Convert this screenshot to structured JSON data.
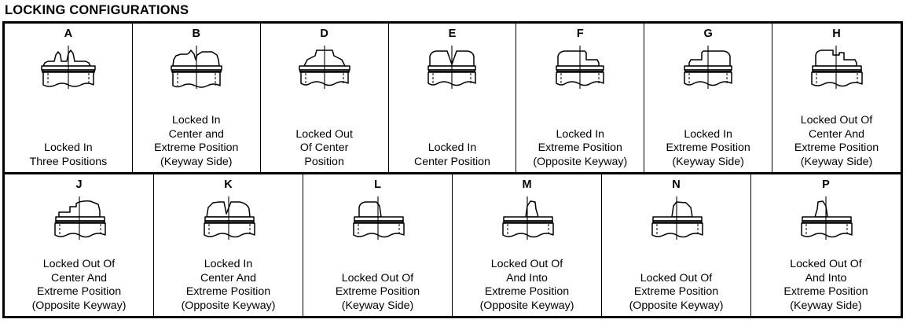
{
  "title": "LOCKING CONFIGURATIONS",
  "colors": {
    "border": "#000000",
    "background": "#ffffff",
    "text": "#000000",
    "line_art": "#000000"
  },
  "table": {
    "rows": [
      {
        "row_index": 1,
        "cells": [
          {
            "letter": "A",
            "diagram": "twin-peak-v-notch-symmetric",
            "caption_lines": [
              "Locked In",
              "Three Positions"
            ]
          },
          {
            "letter": "B",
            "diagram": "peak-left-slope-right",
            "caption_lines": [
              "Locked In",
              "Center and",
              "Extreme Position",
              "(Keyway Side)"
            ]
          },
          {
            "letter": "D",
            "diagram": "flat-top-center-stem",
            "caption_lines": [
              "Locked Out",
              "Of Center",
              "Position"
            ]
          },
          {
            "letter": "E",
            "diagram": "rounded-top-center-v-notch",
            "caption_lines": [
              "Locked In",
              "Center Position"
            ]
          },
          {
            "letter": "F",
            "diagram": "step-right-shoulder",
            "caption_lines": [
              "Locked In",
              "Extreme Position",
              "(Opposite Keyway)"
            ]
          },
          {
            "letter": "G",
            "diagram": "step-left-shoulder",
            "caption_lines": [
              "Locked In",
              "Extreme Position",
              "(Keyway Side)"
            ]
          },
          {
            "letter": "H",
            "diagram": "double-step-left-notch",
            "caption_lines": [
              "Locked Out Of",
              "Center And",
              "Extreme Position",
              "(Keyway Side)"
            ]
          }
        ]
      },
      {
        "row_index": 2,
        "cells": [
          {
            "letter": "J",
            "diagram": "step-notch-right-block",
            "caption_lines": [
              "Locked Out Of",
              "Center And",
              "Extreme Position",
              "(Opposite Keyway)"
            ]
          },
          {
            "letter": "K",
            "diagram": "narrow-v-notch-wide-shoulders",
            "caption_lines": [
              "Locked In",
              "Center And",
              "Extreme Position",
              "(Opposite Keyway)"
            ]
          },
          {
            "letter": "L",
            "diagram": "low-left-hump-flat-body",
            "caption_lines": [
              "Locked Out Of",
              "Extreme Position",
              "(Keyway Side)"
            ]
          },
          {
            "letter": "M",
            "diagram": "narrow-tab-right-flat-body",
            "caption_lines": [
              "Locked Out Of",
              "And Into",
              "Extreme Position",
              "(Opposite Keyway)"
            ]
          },
          {
            "letter": "N",
            "diagram": "slanted-hump-right-flat-body",
            "caption_lines": [
              "Locked Out Of",
              "Extreme Position",
              "(Opposite Keyway)"
            ]
          },
          {
            "letter": "P",
            "diagram": "narrow-tab-left-flat-body",
            "caption_lines": [
              "Locked Out Of",
              "And Into",
              "Extreme Position",
              "(Keyway Side)"
            ]
          }
        ]
      }
    ]
  }
}
